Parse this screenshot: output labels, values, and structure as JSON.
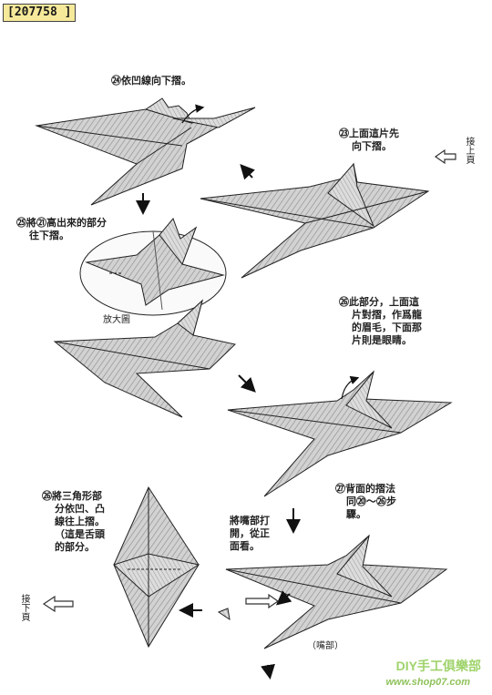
{
  "image_id_label": "[207758 ]",
  "steps": {
    "s24": "㉔依凹線向下摺。",
    "s23": [
      "㉓上面這片先",
      "向下摺。"
    ],
    "s25": [
      "㉕將㉑高出來的部分",
      "往下摺。"
    ],
    "magnify": "放大圖",
    "s26a": [
      "㉖此部分，上面這",
      "片對摺，作爲龍",
      "的眉毛，下面那",
      "片則是眼睛。"
    ],
    "s27": [
      "㉗背面的摺法",
      "同⑳～㉖步",
      "驟。"
    ],
    "mouth": [
      "將嘴部打",
      "開，從正",
      "面看。"
    ],
    "s26b": [
      "㉖將三角形部",
      "分依凹、凸",
      "線往上摺。",
      "（這是舌頭",
      "的部分。"
    ],
    "mouth_label": "（嘴部）"
  },
  "nav": {
    "continued_top": "接上頁",
    "continued_bottom": "接下頁"
  },
  "watermark": {
    "line1": "DIY手工俱樂部",
    "line2": "www.shop07.com"
  },
  "colors": {
    "paper_fill": "#c9c9c9",
    "hatch": "#8a8a8a",
    "id_tag_bg": "#f6e99a",
    "watermark": "#9fd36b"
  }
}
